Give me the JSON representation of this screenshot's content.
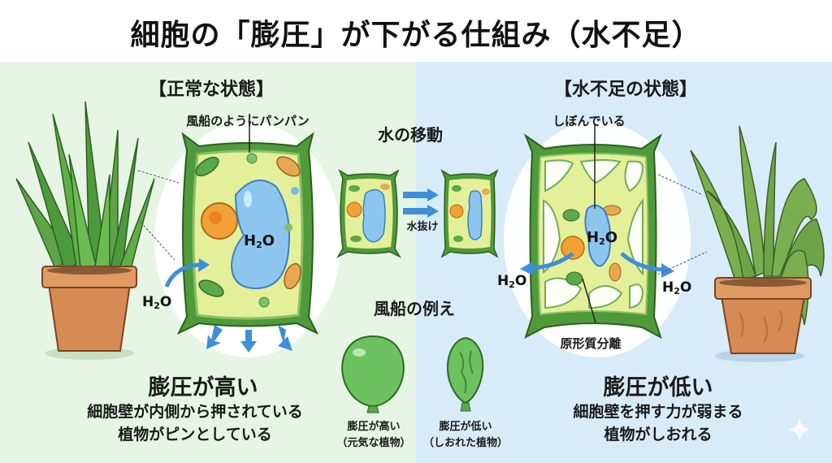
{
  "title": "細胞の「膨圧」が下がる仕組み（水不足）",
  "colors": {
    "left_bg": "#e6f5e4",
    "right_bg": "#d8ebf8",
    "cell_wall": "#4f9a3a",
    "cytoplasm": "#e4ef9a",
    "vacuole": "#8cc6ef",
    "nucleus": "#f2a135",
    "arrow": "#3d8fd9",
    "pot": "#d68b54",
    "balloon": "#6cc25e"
  },
  "left": {
    "header": "【正常な状態】",
    "callout": "風船のようにパンパン",
    "water_label": "H2O",
    "vacuole_label": "H2O",
    "summary_title": "膨圧が高い",
    "summary_lines": [
      "細胞壁が内側から押されている",
      "植物がピンとしている"
    ]
  },
  "middle": {
    "water_movement_title": "水の移動",
    "arrow_label": "水抜け",
    "balloon_title": "風船の例え",
    "balloons": [
      {
        "label": "膨圧が高い",
        "sublabel": "（元気な植物）"
      },
      {
        "label": "膨圧が低い",
        "sublabel": "（しおれた植物）"
      }
    ]
  },
  "right": {
    "header": "【水不足の状態】",
    "callout": "しぼんでいる",
    "vacuole_label": "H2O",
    "water_out_left": "H2O",
    "water_out_right": "H2O",
    "plasmolysis_label": "原形質分離",
    "summary_title": "膨圧が低い",
    "summary_lines": [
      "細胞壁を押す力が弱まる",
      "植物がしおれる"
    ]
  }
}
